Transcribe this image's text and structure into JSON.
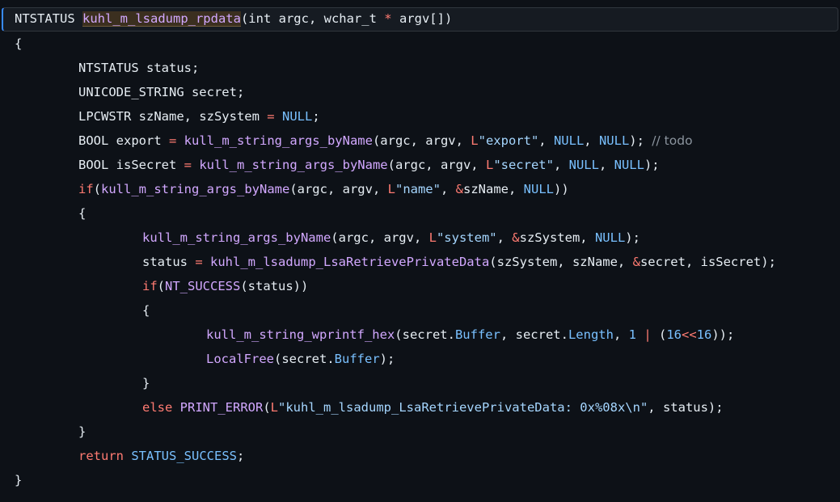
{
  "colors": {
    "background": "#0d1117",
    "current_line": "#161b22",
    "text": "#e6edf3",
    "function": "#d2a8ff",
    "keyword": "#ff7b72",
    "constant": "#79c0ff",
    "string": "#a5d6ff",
    "comment": "#8b949e"
  },
  "code_lines": [
    {
      "indent": 0,
      "tokens": [
        {
          "t": "NTSTATUS ",
          "k": "p"
        },
        {
          "t": "kuhl_m_lsadump_rpdata",
          "k": "fn-sel"
        },
        {
          "t": "(int argc, wchar_t ",
          "k": "p"
        },
        {
          "t": "*",
          "k": "kw"
        },
        {
          "t": " argv[])",
          "k": "p"
        }
      ]
    },
    {
      "indent": 0,
      "tokens": [
        {
          "t": "{",
          "k": "p"
        }
      ]
    },
    {
      "indent": 1,
      "tokens": [
        {
          "t": "NTSTATUS status;",
          "k": "p"
        }
      ]
    },
    {
      "indent": 1,
      "tokens": [
        {
          "t": "UNICODE_STRING secret;",
          "k": "p"
        }
      ]
    },
    {
      "indent": 1,
      "tokens": [
        {
          "t": "LPCWSTR szName, szSystem ",
          "k": "p"
        },
        {
          "t": "=",
          "k": "kw"
        },
        {
          "t": " ",
          "k": "p"
        },
        {
          "t": "NULL",
          "k": "c"
        },
        {
          "t": ";",
          "k": "p"
        }
      ]
    },
    {
      "indent": 1,
      "tokens": [
        {
          "t": "BOOL export ",
          "k": "p"
        },
        {
          "t": "=",
          "k": "kw"
        },
        {
          "t": " ",
          "k": "p"
        },
        {
          "t": "kull_m_string_args_byName",
          "k": "fn"
        },
        {
          "t": "(argc, argv, ",
          "k": "p"
        },
        {
          "t": "L",
          "k": "kw"
        },
        {
          "t": "\"export\"",
          "k": "s"
        },
        {
          "t": ", ",
          "k": "p"
        },
        {
          "t": "NULL",
          "k": "c"
        },
        {
          "t": ", ",
          "k": "p"
        },
        {
          "t": "NULL",
          "k": "c"
        },
        {
          "t": "); ",
          "k": "p"
        },
        {
          "t": "// todo",
          "k": "cm"
        }
      ]
    },
    {
      "indent": 1,
      "tokens": [
        {
          "t": "BOOL isSecret ",
          "k": "p"
        },
        {
          "t": "=",
          "k": "kw"
        },
        {
          "t": " ",
          "k": "p"
        },
        {
          "t": "kull_m_string_args_byName",
          "k": "fn"
        },
        {
          "t": "(argc, argv, ",
          "k": "p"
        },
        {
          "t": "L",
          "k": "kw"
        },
        {
          "t": "\"secret\"",
          "k": "s"
        },
        {
          "t": ", ",
          "k": "p"
        },
        {
          "t": "NULL",
          "k": "c"
        },
        {
          "t": ", ",
          "k": "p"
        },
        {
          "t": "NULL",
          "k": "c"
        },
        {
          "t": ");",
          "k": "p"
        }
      ]
    },
    {
      "indent": 1,
      "tokens": [
        {
          "t": "if",
          "k": "kw"
        },
        {
          "t": "(",
          "k": "p"
        },
        {
          "t": "kull_m_string_args_byName",
          "k": "fn"
        },
        {
          "t": "(argc, argv, ",
          "k": "p"
        },
        {
          "t": "L",
          "k": "kw"
        },
        {
          "t": "\"name\"",
          "k": "s"
        },
        {
          "t": ", ",
          "k": "p"
        },
        {
          "t": "&",
          "k": "kw"
        },
        {
          "t": "szName, ",
          "k": "p"
        },
        {
          "t": "NULL",
          "k": "c"
        },
        {
          "t": "))",
          "k": "p"
        }
      ]
    },
    {
      "indent": 1,
      "tokens": [
        {
          "t": "{",
          "k": "p"
        }
      ]
    },
    {
      "indent": 2,
      "tokens": [
        {
          "t": "kull_m_string_args_byName",
          "k": "fn"
        },
        {
          "t": "(argc, argv, ",
          "k": "p"
        },
        {
          "t": "L",
          "k": "kw"
        },
        {
          "t": "\"system\"",
          "k": "s"
        },
        {
          "t": ", ",
          "k": "p"
        },
        {
          "t": "&",
          "k": "kw"
        },
        {
          "t": "szSystem, ",
          "k": "p"
        },
        {
          "t": "NULL",
          "k": "c"
        },
        {
          "t": ");",
          "k": "p"
        }
      ]
    },
    {
      "indent": 2,
      "tokens": [
        {
          "t": "status ",
          "k": "p"
        },
        {
          "t": "=",
          "k": "kw"
        },
        {
          "t": " ",
          "k": "p"
        },
        {
          "t": "kuhl_m_lsadump_LsaRetrievePrivateData",
          "k": "fn"
        },
        {
          "t": "(szSystem, szName, ",
          "k": "p"
        },
        {
          "t": "&",
          "k": "kw"
        },
        {
          "t": "secret, isSecret);",
          "k": "p"
        }
      ]
    },
    {
      "indent": 2,
      "tokens": [
        {
          "t": "if",
          "k": "kw"
        },
        {
          "t": "(",
          "k": "p"
        },
        {
          "t": "NT_SUCCESS",
          "k": "fn"
        },
        {
          "t": "(status))",
          "k": "p"
        }
      ]
    },
    {
      "indent": 2,
      "tokens": [
        {
          "t": "{",
          "k": "p"
        }
      ]
    },
    {
      "indent": 3,
      "tokens": [
        {
          "t": "kull_m_string_wprintf_hex",
          "k": "fn"
        },
        {
          "t": "(secret.",
          "k": "p"
        },
        {
          "t": "Buffer",
          "k": "c"
        },
        {
          "t": ", secret.",
          "k": "p"
        },
        {
          "t": "Length",
          "k": "c"
        },
        {
          "t": ", ",
          "k": "p"
        },
        {
          "t": "1",
          "k": "c"
        },
        {
          "t": " ",
          "k": "p"
        },
        {
          "t": "|",
          "k": "kw"
        },
        {
          "t": " (",
          "k": "p"
        },
        {
          "t": "16",
          "k": "c"
        },
        {
          "t": "<<",
          "k": "kw"
        },
        {
          "t": "16",
          "k": "c"
        },
        {
          "t": "));",
          "k": "p"
        }
      ]
    },
    {
      "indent": 3,
      "tokens": [
        {
          "t": "LocalFree",
          "k": "fn"
        },
        {
          "t": "(secret.",
          "k": "p"
        },
        {
          "t": "Buffer",
          "k": "c"
        },
        {
          "t": ");",
          "k": "p"
        }
      ]
    },
    {
      "indent": 2,
      "tokens": [
        {
          "t": "}",
          "k": "p"
        }
      ]
    },
    {
      "indent": 2,
      "tokens": [
        {
          "t": "else",
          "k": "kw"
        },
        {
          "t": " ",
          "k": "p"
        },
        {
          "t": "PRINT_ERROR",
          "k": "fn"
        },
        {
          "t": "(",
          "k": "p"
        },
        {
          "t": "L",
          "k": "kw"
        },
        {
          "t": "\"kuhl_m_lsadump_LsaRetrievePrivateData: 0x%08x\\n\"",
          "k": "s"
        },
        {
          "t": ", status);",
          "k": "p"
        }
      ]
    },
    {
      "indent": 1,
      "tokens": [
        {
          "t": "}",
          "k": "p"
        }
      ]
    },
    {
      "indent": 1,
      "tokens": [
        {
          "t": "return",
          "k": "kw"
        },
        {
          "t": " ",
          "k": "p"
        },
        {
          "t": "STATUS_SUCCESS",
          "k": "c"
        },
        {
          "t": ";",
          "k": "p"
        }
      ]
    },
    {
      "indent": 0,
      "tokens": [
        {
          "t": "}",
          "k": "p"
        }
      ]
    }
  ]
}
